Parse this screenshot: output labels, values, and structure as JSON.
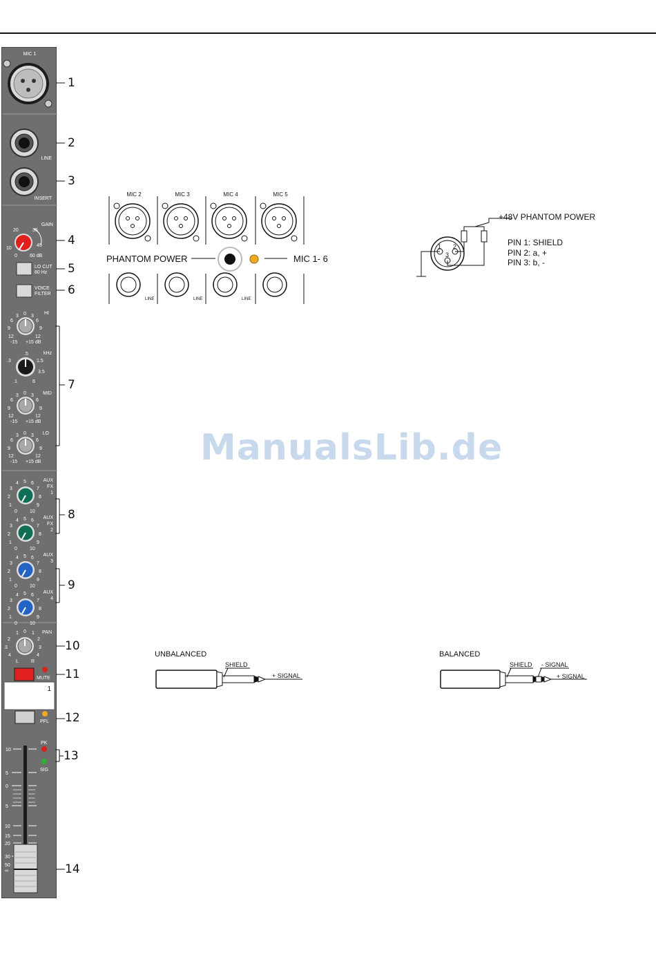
{
  "strip": {
    "channel_label": "MIC 1",
    "line_label": "LINE",
    "insert_label": "INSERT",
    "gain": {
      "label": "GAIN",
      "scale": [
        "10",
        "20",
        "35",
        "45",
        "0",
        "60 dB"
      ]
    },
    "lo_cut_label": [
      "LO CUT",
      "80 Hz"
    ],
    "voice_filter_label": [
      "VOICE",
      "FILTER"
    ],
    "hi_label": "HI",
    "khz_label": "kHz",
    "mid_label": "MID",
    "lo_label": "LO",
    "eq_scale": [
      "3",
      "0",
      "3",
      "6",
      "9",
      "12",
      "-15",
      "+15 dB"
    ],
    "khz_scale": [
      ".3",
      ".5",
      "1.5",
      "3.5",
      ".1",
      "8"
    ],
    "aux_scale": [
      "4",
      "5",
      "6",
      "3",
      "7",
      "2",
      "8",
      "1",
      "9",
      "0",
      "10"
    ],
    "aux": [
      {
        "label": [
          "AUX",
          "FX",
          "1"
        ],
        "color": "#0f6e55"
      },
      {
        "label": [
          "AUX",
          "FX",
          "2"
        ],
        "color": "#0f6e55"
      },
      {
        "label": [
          "AUX",
          "3"
        ],
        "color": "#2363c4"
      },
      {
        "label": [
          "AUX",
          "4"
        ],
        "color": "#2363c4"
      }
    ],
    "pan_label": "PAN",
    "pan_scale": [
      "1",
      "0",
      "1",
      "2",
      "2",
      "3",
      "3",
      "4",
      "4",
      "L",
      "R"
    ],
    "mute_label": "MUTE",
    "channel_number": "1",
    "pfl_label": "PFL",
    "pk_label": "PK",
    "sig_label": "SIG",
    "fader_scale": [
      "10",
      "5",
      "0",
      "5",
      "10",
      "15",
      "20",
      "30",
      "50",
      "∞"
    ],
    "gain_color": "#e0201e",
    "mute_color": "#e0201e",
    "led_red": "#d8221e",
    "led_green": "#2fae3c",
    "led_yellow": "#f0a820"
  },
  "callouts": [
    "1",
    "2",
    "3",
    "4",
    "5",
    "6",
    "7",
    "8",
    "9",
    "10",
    "11",
    "12",
    "13",
    "14"
  ],
  "phantom_diagram": {
    "mic_labels": [
      "MIC 2",
      "MIC 3",
      "MIC 4",
      "MIC 5"
    ],
    "line_label": "LINE",
    "phantom_label": "PHANTOM POWER",
    "mic_range_label": "MIC 1- 6",
    "led_color": "#f0a820"
  },
  "xlr_pinout": {
    "phantom": "+48V PHANTOM POWER",
    "pins": [
      "PIN 1: SHIELD",
      "PIN 2: a, +",
      "PIN 3: b, -"
    ],
    "pin_numbers": [
      "1",
      "2",
      "3"
    ]
  },
  "unbalanced": {
    "title": "UNBALANCED",
    "shield": "SHIELD",
    "signal": "+ SIGNAL"
  },
  "balanced": {
    "title": "BALANCED",
    "shield": "SHIELD",
    "minus_signal": "- SIGNAL",
    "plus_signal": "+ SIGNAL"
  },
  "watermark": "ManualsLib.de"
}
